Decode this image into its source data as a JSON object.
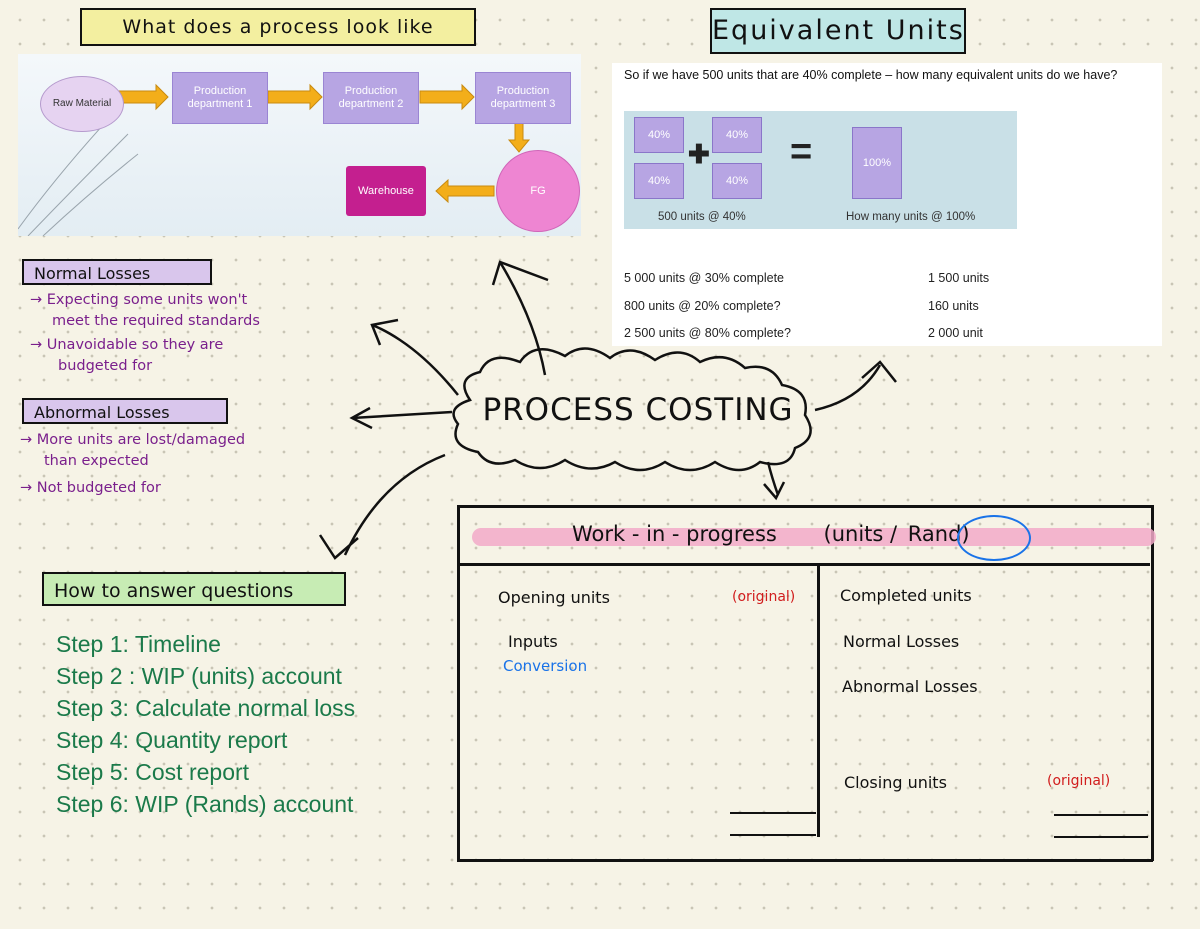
{
  "titles": {
    "process": "What does a process look like",
    "equivalent": "Equivalent Units",
    "normal_losses": "Normal Losses",
    "abnormal_losses": "Abnormal Losses",
    "how_to": "How to answer questions"
  },
  "flow": {
    "raw_material": "Raw Material",
    "prod1": "Production department 1",
    "prod2": "Production department 2",
    "prod3": "Production department 3",
    "fg": "FG",
    "warehouse": "Warehouse"
  },
  "equivalent_units": {
    "question": "So if we have 500 units that are 40% complete – how many equivalent units do we have?",
    "square_label": "40%",
    "big_square_label": "100%",
    "left_caption": "500 units @ 40%",
    "right_caption": "How many units @ 100%",
    "rows": [
      {
        "left": "5 000 units @ 30% complete",
        "right": "1 500 units"
      },
      {
        "left": "800 units @ 20% complete?",
        "right": "160 units"
      },
      {
        "left": "2 500 units @ 80% complete?",
        "right": "2 000 unit"
      }
    ]
  },
  "normal_losses_notes": [
    "→ Expecting some units won't",
    "meet the required standards",
    "→ Unavoidable so they are",
    "budgeted for"
  ],
  "abnormal_losses_notes": [
    "→ More units are lost/damaged",
    "than expected",
    "→ Not budgeted for"
  ],
  "steps": [
    "Step 1: Timeline",
    "Step 2 : WIP (units) account",
    "Step 3: Calculate normal loss",
    "Step 4: Quantity report",
    "Step 5: Cost report",
    "Step 6: WIP (Rands) account"
  ],
  "center": {
    "label": "PROCESS COSTING"
  },
  "wip": {
    "title": "Work - in - progress",
    "units_part": "(units /",
    "rand_part": "Rand)",
    "debit": {
      "opening": "Opening units",
      "opening_note": "(original)",
      "inputs": "Inputs",
      "conversion": "Conversion"
    },
    "credit": {
      "completed": "Completed units",
      "normal": "Normal Losses",
      "abnormal": "Abnormal Losses",
      "closing": "Closing units",
      "closing_note": "(original)"
    }
  },
  "colors": {
    "note_purple": "#7a1f8c",
    "step_green": "#1b7a4a",
    "pink_band": "#f2a9c8",
    "circle_blue": "#1a73e8",
    "red_note": "#d11d1d"
  }
}
